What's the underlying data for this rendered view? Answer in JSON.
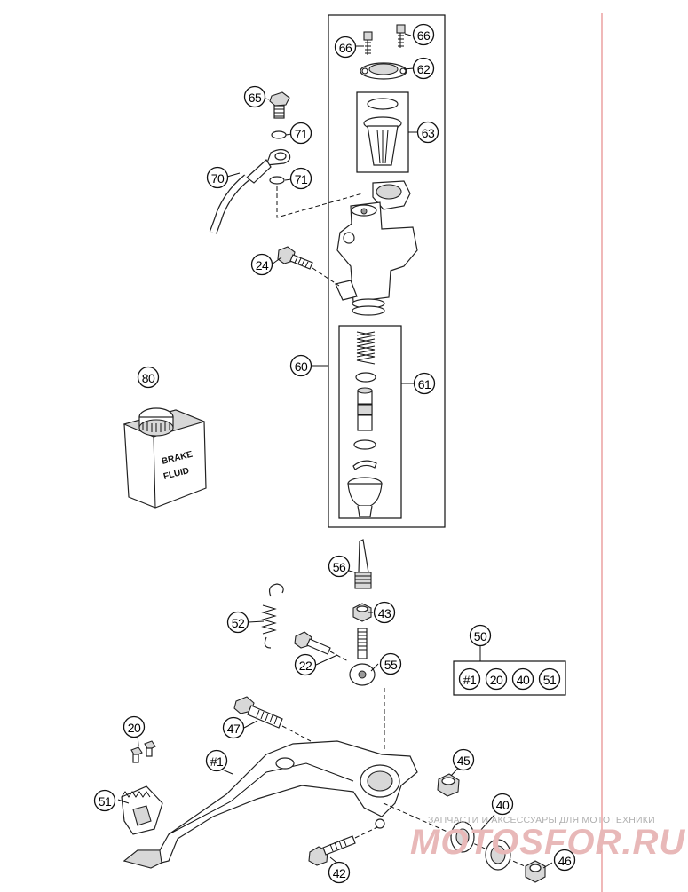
{
  "callouts": {
    "c66a": "66",
    "c66b": "66",
    "c62": "62",
    "c63": "63",
    "c65": "65",
    "c71a": "71",
    "c71b": "71",
    "c70": "70",
    "c24": "24",
    "c60": "60",
    "c61": "61",
    "c80": "80",
    "c56": "56",
    "c43": "43",
    "c52": "52",
    "c22": "22",
    "c55": "55",
    "c50": "50",
    "k1": "#1",
    "k20": "20",
    "k40": "40",
    "k51": "51",
    "c47": "47",
    "c20": "20",
    "c45": "45",
    "c1": "#1",
    "c51": "51",
    "c40": "40",
    "c42": "42",
    "c46": "46"
  },
  "bottle": {
    "line1": "BRAKE",
    "line2": "FLUID"
  },
  "watermark": {
    "caption": "ЗАПЧАСТИ И АКСЕССУАРЫ ДЛЯ МОТОТЕХНИКИ",
    "brand": "MOTOSFOR.RU"
  },
  "colors": {
    "margin_line": "#e58a8a",
    "line": "#111111",
    "watermark": "#e8b8b8"
  }
}
